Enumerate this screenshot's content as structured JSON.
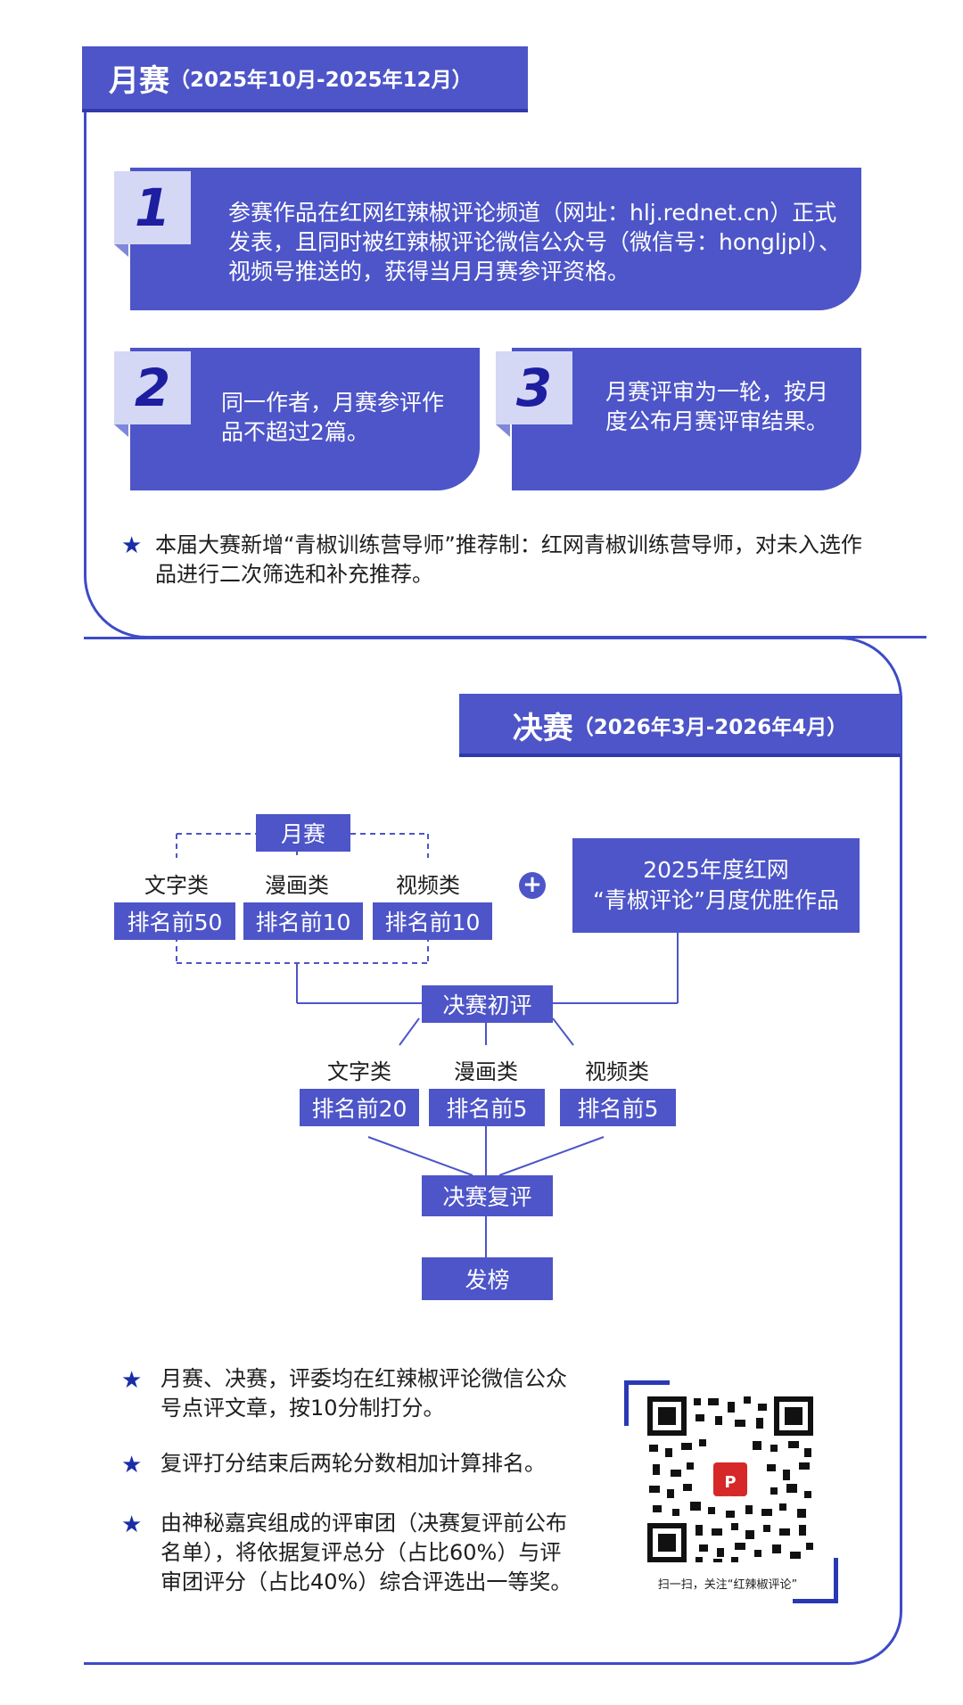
{
  "monthly": {
    "title": "月赛",
    "period": "（2025年10月-2025年12月）",
    "rules": [
      {
        "num": "1",
        "text": "参赛作品在红网红辣椒评论频道（网址：hlj.rednet.cn）正式发表，且同时被红辣椒评论微信公众号（微信号：hongljpl）、视频号推送的，获得当月月赛参评资格。"
      },
      {
        "num": "2",
        "text": "同一作者，月赛参评作品不超过2篇。"
      },
      {
        "num": "3",
        "text": "月赛评审为一轮，按月度公布月赛评审结果。"
      }
    ],
    "note": "本届大赛新增“青椒训练营导师”推荐制：红网青椒训练营导师，对未入选作品进行二次筛选和补充推荐。"
  },
  "final": {
    "title": "决赛",
    "period": "（2026年3月-2026年4月）"
  },
  "flow": {
    "monthly_box": "月赛",
    "categories": [
      "文字类",
      "漫画类",
      "视频类"
    ],
    "monthly_ranks": [
      "排名前50",
      "排名前10",
      "排名前10"
    ],
    "plus": "+",
    "extra_box": [
      "2025年度红网",
      "“青椒评论”月度优胜作品"
    ],
    "first_round": "决赛初评",
    "first_ranks": [
      "排名前20",
      "排名前5",
      "排名前5"
    ],
    "second_round": "决赛复评",
    "result": "发榜"
  },
  "notes": [
    "月赛、决赛，评委均在红辣椒评论微信公众号点评文章，按10分制打分。",
    "复评打分结束后两轮分数相加计算排名。",
    "由神秘嘉宾组成的评审团（决赛复评前公布名单），将依据复评总分（占比60%）与评审团评分（占比40%）综合评选出一等奖。"
  ],
  "qr": {
    "caption": "扫一扫，关注“红辣椒评论”",
    "logo_text": "红辣椒评论"
  },
  "icons": {
    "star": "★"
  },
  "colors": {
    "accent": "#4d55c8",
    "frame": "#3d4bc7",
    "number_bg": "#d4d8f5",
    "number_text": "#1d1ea0",
    "star": "#1a2da8"
  }
}
